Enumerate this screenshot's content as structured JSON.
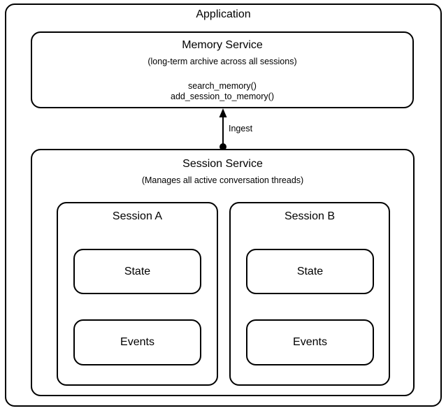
{
  "diagram": {
    "application": {
      "title": "Application"
    },
    "memory_service": {
      "title": "Memory Service",
      "subtitle": "(long-term archive across all sessions)",
      "methods": [
        "search_memory()",
        "add_session_to_memory()"
      ]
    },
    "ingest_arrow": {
      "label": "Ingest",
      "direction": "session-service-to-memory-service"
    },
    "session_service": {
      "title": "Session Service",
      "subtitle": "(Manages all active conversation threads)",
      "sessions": [
        {
          "title": "Session A",
          "children": [
            "State",
            "Events"
          ]
        },
        {
          "title": "Session B",
          "children": [
            "State",
            "Events"
          ]
        }
      ]
    },
    "colors": {
      "stroke": "#000000",
      "background": "#ffffff"
    }
  }
}
